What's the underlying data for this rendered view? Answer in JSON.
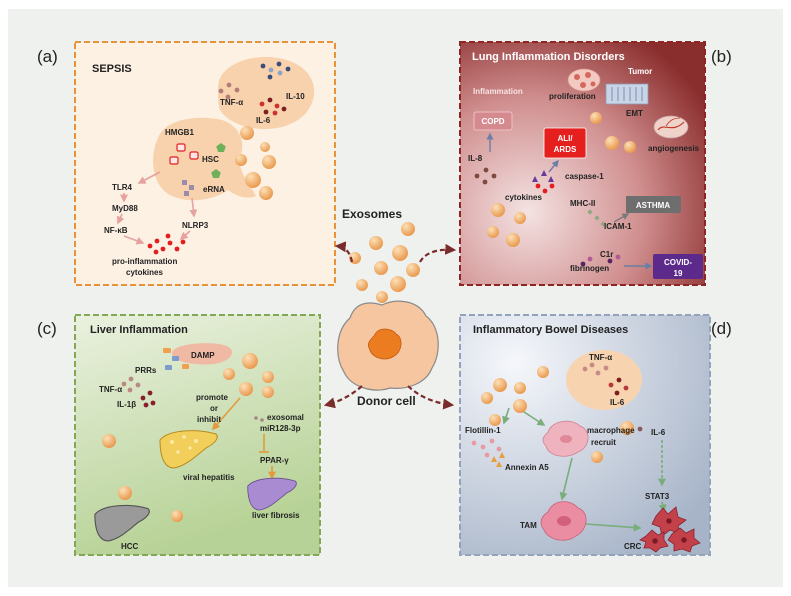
{
  "colors": {
    "background": "#eff1ee",
    "panel_a_border": "#e8923a",
    "panel_b_border": "#8e2424",
    "panel_c_border": "#82a855",
    "panel_d_border": "#93a3bb",
    "arrow": "#7a2b2b",
    "exosome": "#f0a862"
  },
  "center": {
    "exosomes": "Exosomes",
    "donor_cell": "Donor cell"
  },
  "panel_a": {
    "tag": "(a)",
    "title": "SEPSIS",
    "il10": "IL-10",
    "tnfa": "TNF-α",
    "il6": "IL-6",
    "hmgb1": "HMGB1",
    "hsc": "HSC",
    "erna": "eRNA",
    "tlr4": "TLR4",
    "myd88": "MyD88",
    "nfkb": "NF-κB",
    "nlrp3": "NLRP3",
    "outcome_line1": "pro-inflammation",
    "outcome_line2": "cytokines"
  },
  "panel_b": {
    "tag": "(b)",
    "title": "Lung Inflammation Disorders",
    "tumor": "Tumor",
    "inflammation": "Inflammation",
    "proliferation": "proliferation",
    "emt": "EMT",
    "angiogenesis": "angiogenesis",
    "copd": "COPD",
    "ali_line1": "ALI/",
    "ali_line2": "ARDS",
    "il8": "IL-8",
    "caspase1": "caspase-1",
    "cytokines": "cytokines",
    "mhc2": "MHC-II",
    "asthma": "ASTHMA",
    "icam1": "ICAM-1",
    "c1r": "C1r",
    "fibrinogen": "fibrinogen",
    "covid_line1": "COVID-",
    "covid_line2": "19"
  },
  "panel_c": {
    "tag": "(c)",
    "title": "Liver Inflammation",
    "damp": "DAMP",
    "prrs": "PRRs",
    "tnfa": "TNF-α",
    "il1b": "IL-1β",
    "promote": "promote",
    "or": "or",
    "inhibit": "inhibit",
    "exosomal": "exosomal",
    "mir": "miR128-3p",
    "viral_hepatitis": "viral hepatitis",
    "ppar": "PPAR-γ",
    "liver_fibrosis": "liver fibrosis",
    "hcc": "HCC"
  },
  "panel_d": {
    "tag": "(d)",
    "title": "Inflammatory Bowel Diseases",
    "tnfa": "TNF-α",
    "il6_bubble": "IL-6",
    "flotillin": "Flotillin-1",
    "macrophage": "macrophage",
    "recruit": "recruit",
    "annexin": "Annexin A5",
    "il6": "IL-6",
    "stat3": "STAT3",
    "tam": "TAM",
    "crc": "CRC"
  }
}
